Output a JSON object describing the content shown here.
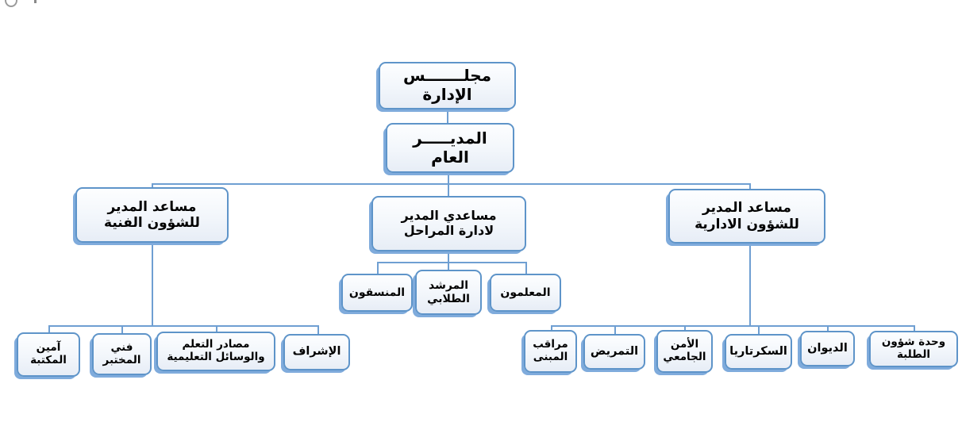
{
  "org_chart": {
    "type": "org-chart",
    "direction": "rtl",
    "colors": {
      "node_border": "#5e94c9",
      "node_shadow": "#7fabdc",
      "node_fill_top": "#fdfeff",
      "node_fill_bottom": "#e7edf6",
      "connector": "#6f9fd2",
      "text": "#000000",
      "background": "#ffffff"
    },
    "nodes": {
      "board": {
        "label": "مجلـــــــس\nالإدارة"
      },
      "gm": {
        "label": "المديـــــر\nالعام"
      },
      "asst_tech": {
        "label": "مساعد المدير\nللشؤون الفنية"
      },
      "asst_stages": {
        "label": "مساعدي المدير\nلادارة المراحل"
      },
      "asst_admin": {
        "label": "مساعد المدير\nللشؤون الادارية"
      },
      "teachers": {
        "label": "المعلمون"
      },
      "counselor": {
        "label": "المرشد\nالطلابي"
      },
      "coordinators": {
        "label": "المنسقون"
      },
      "supervision": {
        "label": "الإشراف"
      },
      "resources": {
        "label": "مصادر التعلم\nوالوسائل التعليمية"
      },
      "lab_tech": {
        "label": "فني\nالمختبر"
      },
      "librarian": {
        "label": "آمين\nالمكتبة"
      },
      "building_monitor": {
        "label": "مراقب\nالمبنى"
      },
      "nursing": {
        "label": "التمريض"
      },
      "security": {
        "label": "الأمن\nالجامعي"
      },
      "secretariat": {
        "label": "السكرتاريا"
      },
      "diwan": {
        "label": "الديوان"
      },
      "student_affairs": {
        "label": "وحدة شؤون\nالطلبة"
      }
    },
    "hierarchy": {
      "board": [
        "gm"
      ],
      "gm": [
        "asst_admin",
        "asst_stages",
        "asst_tech"
      ],
      "asst_admin": [
        "student_affairs",
        "diwan",
        "secretariat",
        "security",
        "nursing",
        "building_monitor"
      ],
      "asst_stages": [
        "teachers",
        "counselor",
        "coordinators"
      ],
      "asst_tech": [
        "supervision",
        "resources",
        "lab_tech",
        "librarian"
      ]
    }
  }
}
